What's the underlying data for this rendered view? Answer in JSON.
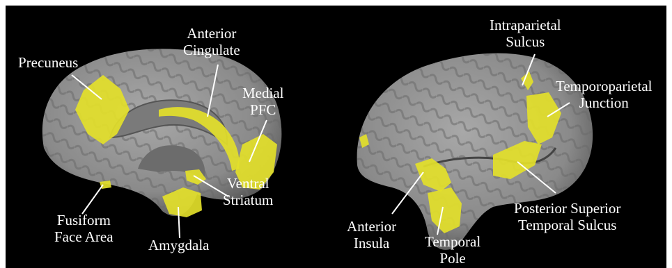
{
  "colors": {
    "background": "#000000",
    "cortex": "#8e8e8e",
    "cortex_dark": "#5a5a5a",
    "highlight": "#e3df2a",
    "label_text": "#ffffff",
    "leader_line": "#ffffff"
  },
  "left_panel": {
    "view": "medial",
    "labels": {
      "precuneus": "Precuneus",
      "anterior_cingulate": [
        "Anterior",
        "Cingulate"
      ],
      "medial_pfc": [
        "Medial",
        "PFC"
      ],
      "ventral_striatum": [
        "Ventral",
        "Striatum"
      ],
      "amygdala": "Amygdala",
      "fusiform_face_area": [
        "Fusiform",
        "Face Area"
      ]
    }
  },
  "right_panel": {
    "view": "lateral",
    "labels": {
      "intraparietal_sulcus": [
        "Intraparietal",
        "Sulcus"
      ],
      "temporoparietal_junction": [
        "Temporoparietal",
        "Junction"
      ],
      "posterior_superior_temporal_sulcus": [
        "Posterior Superior",
        "Temporal Sulcus"
      ],
      "anterior_insula": [
        "Anterior",
        "Insula"
      ],
      "temporal_pole": [
        "Temporal",
        "Pole"
      ]
    }
  }
}
